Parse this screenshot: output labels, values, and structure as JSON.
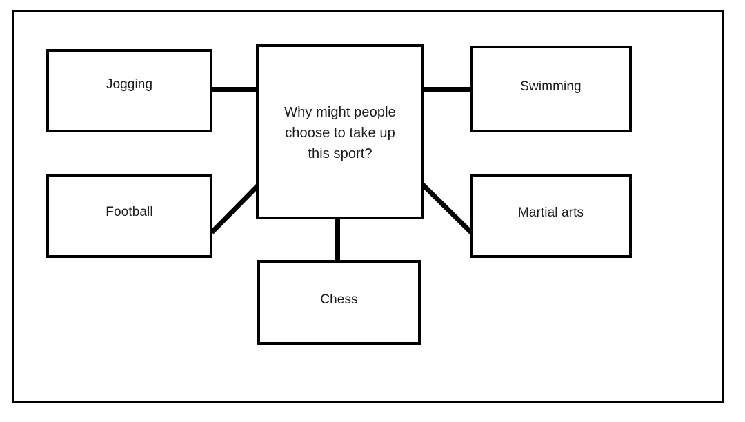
{
  "diagram": {
    "type": "mind-map",
    "title_text": "Why might people choose to take up this sport?",
    "frame": {
      "border_color": "#000000",
      "background_color": "#ffffff"
    },
    "style": {
      "line_color": "#000000",
      "text_color": "#1a1a1a",
      "box_fill": "#ffffff"
    },
    "center": {
      "label": "Why might people\nchoose to take up\nthis sport?"
    },
    "nodes": [
      {
        "id": "jogging",
        "label": "Jogging",
        "position": "top-left"
      },
      {
        "id": "swimming",
        "label": "Swimming",
        "position": "top-right"
      },
      {
        "id": "football",
        "label": "Football",
        "position": "bottom-left"
      },
      {
        "id": "martial-arts",
        "label": "Martial arts",
        "position": "bottom-right"
      },
      {
        "id": "chess",
        "label": "Chess",
        "position": "bottom-center"
      }
    ],
    "connectors": [
      {
        "from": "center",
        "to": "jogging",
        "kind": "horizontal"
      },
      {
        "from": "center",
        "to": "swimming",
        "kind": "horizontal"
      },
      {
        "from": "center",
        "to": "football",
        "kind": "diagonal"
      },
      {
        "from": "center",
        "to": "martial-arts",
        "kind": "diagonal"
      },
      {
        "from": "center",
        "to": "chess",
        "kind": "vertical"
      }
    ]
  }
}
